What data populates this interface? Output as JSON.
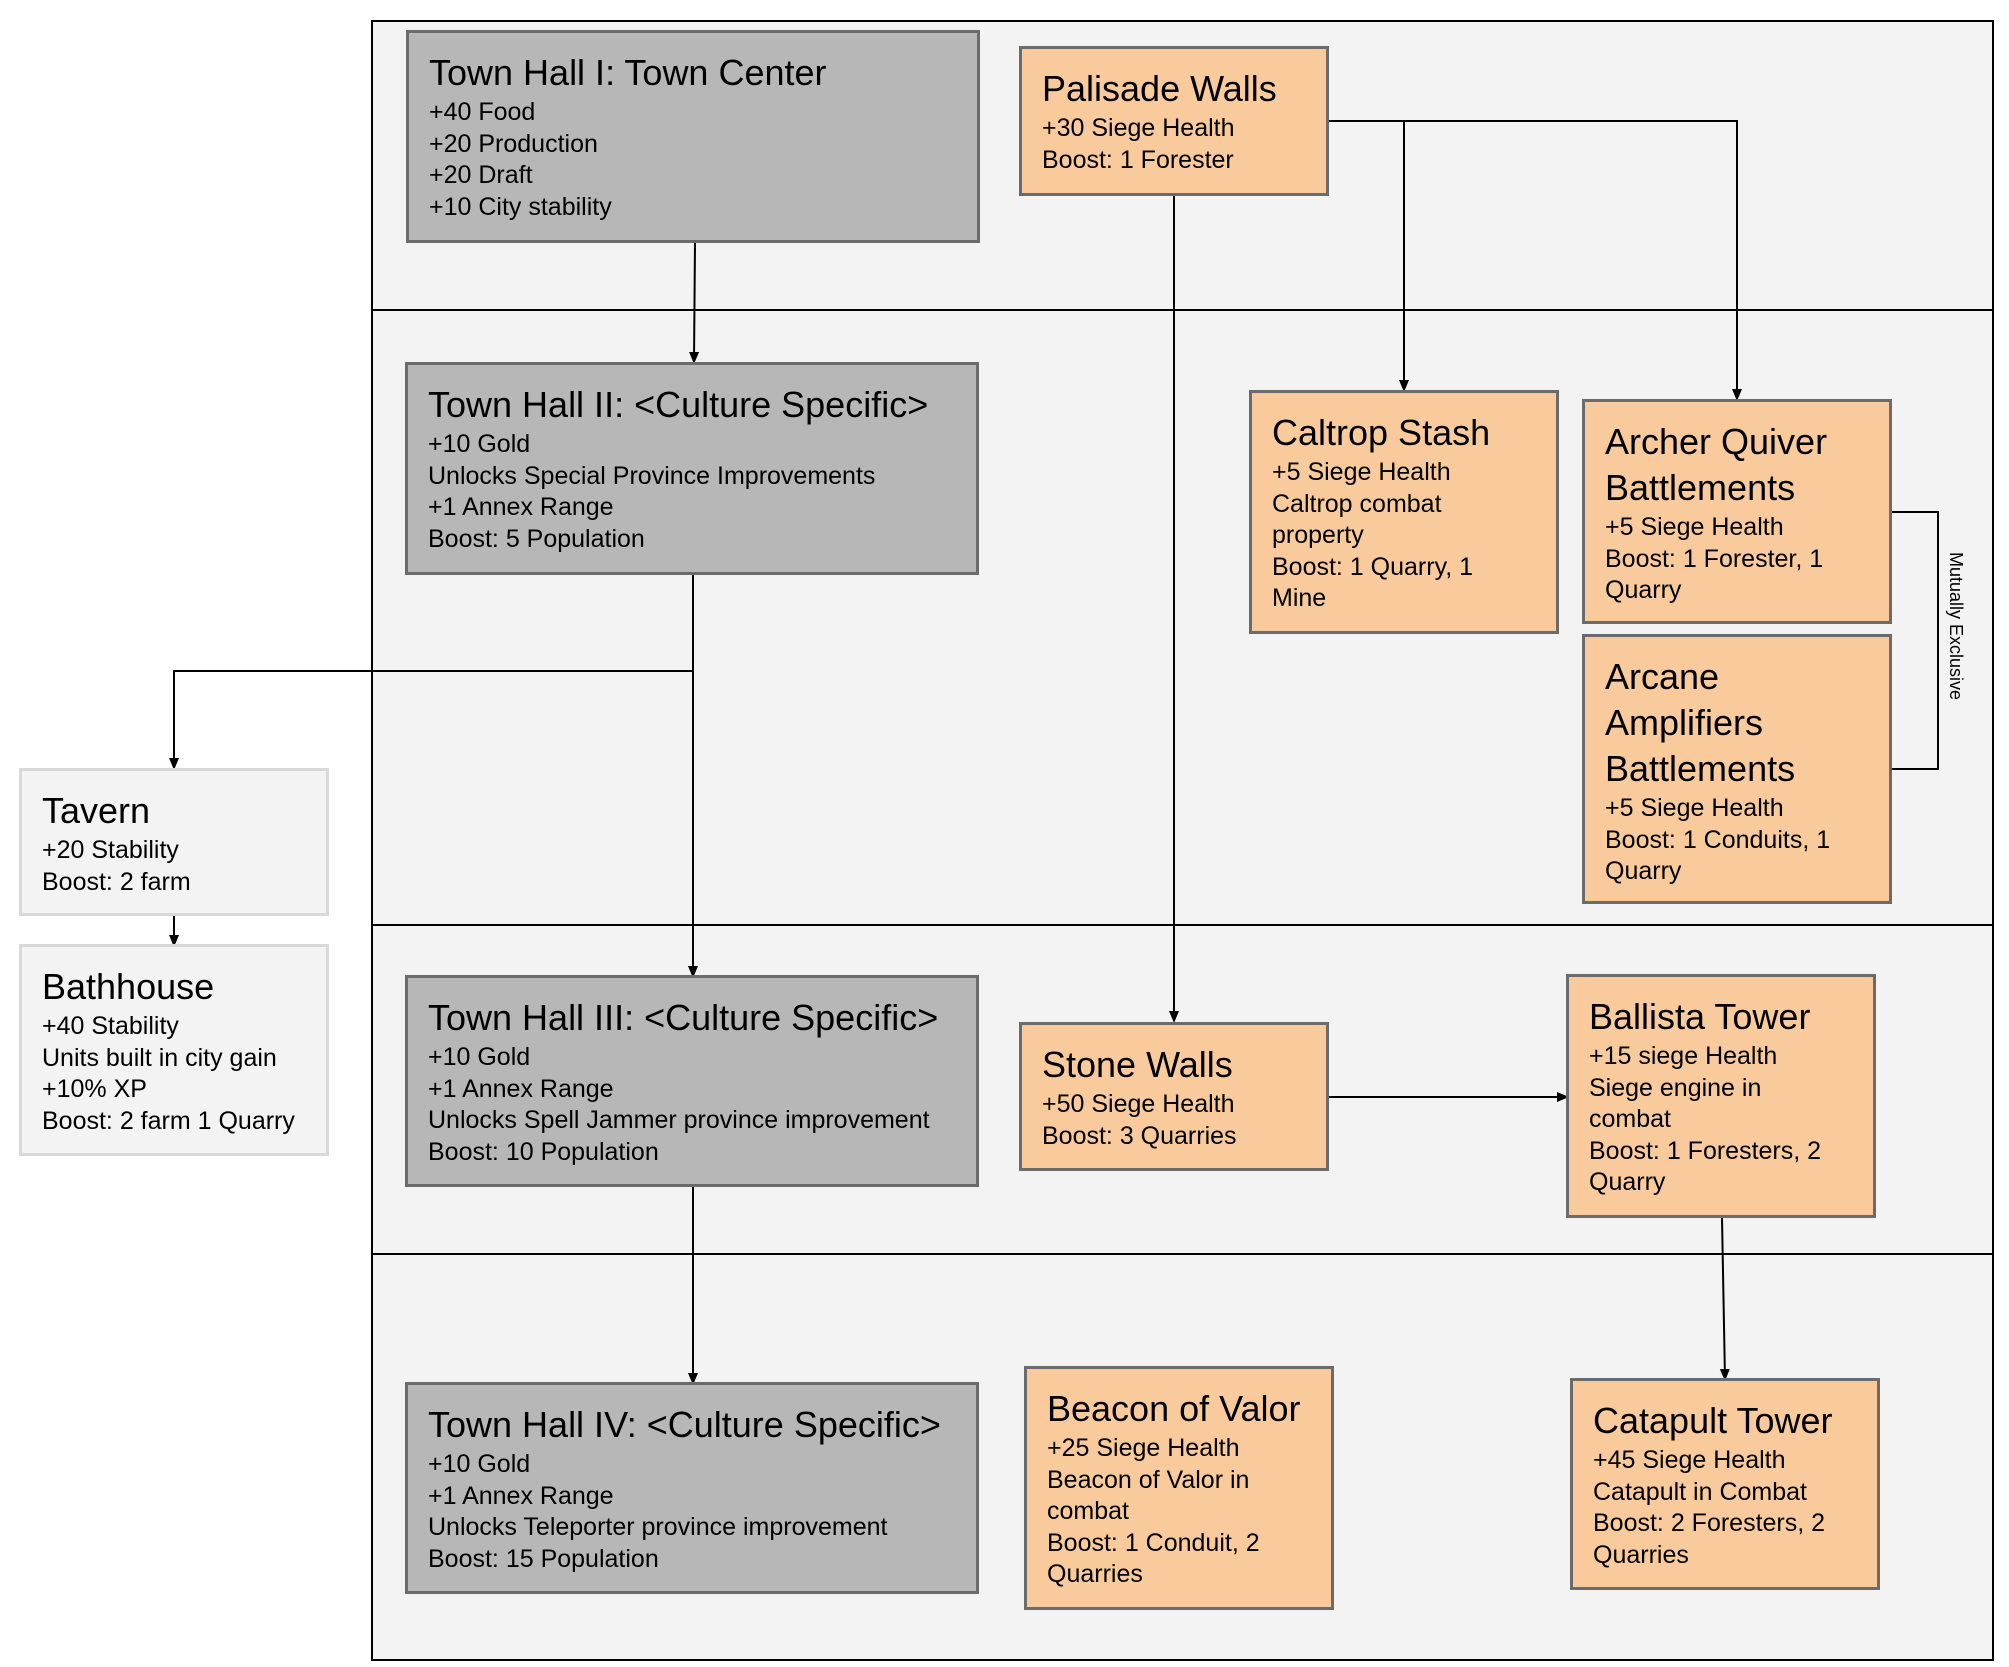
{
  "colors": {
    "town_hall": "#b7b7b7",
    "defense": "#f9cb9c",
    "civic": "#f3f3f3",
    "tier_background": "#f3f3f3",
    "line": "#000000"
  },
  "tiers": [
    "tier-1",
    "tier-2",
    "tier-3",
    "tier-4"
  ],
  "nodes": {
    "th1": {
      "title": "Town Hall I: Town Center",
      "lines": [
        "+40 Food",
        "+20 Production",
        "+20 Draft",
        "+10 City stability"
      ]
    },
    "palisade": {
      "title": "Palisade Walls",
      "lines": [
        "+30 Siege Health",
        "Boost: 1 Forester"
      ]
    },
    "th2": {
      "title": "Town Hall II: <Culture Specific>",
      "lines": [
        "+10 Gold",
        "Unlocks Special Province Improvements",
        "+1 Annex Range",
        "Boost: 5 Population"
      ]
    },
    "caltrop": {
      "title": "Caltrop Stash",
      "lines": [
        "+5 Siege Health",
        "Caltrop combat",
        "property",
        "Boost: 1 Quarry, 1",
        "Mine"
      ]
    },
    "archer": {
      "title_lines": [
        "Archer Quiver",
        "Battlements"
      ],
      "lines": [
        "+5 Siege Health",
        "Boost: 1 Forester, 1",
        "Quarry"
      ]
    },
    "arcane": {
      "title_lines": [
        "Arcane",
        "Amplifiers",
        "Battlements"
      ],
      "lines": [
        "+5 Siege Health",
        "Boost: 1 Conduits, 1",
        "Quarry"
      ]
    },
    "tavern": {
      "title": "Tavern",
      "lines": [
        "+20 Stability",
        "Boost: 2 farm"
      ]
    },
    "bathhouse": {
      "title": "Bathhouse",
      "lines": [
        "+40 Stability",
        "Units built in city gain",
        "+10% XP",
        "Boost: 2 farm 1 Quarry"
      ]
    },
    "th3": {
      "title": "Town Hall III: <Culture Specific>",
      "lines": [
        "+10 Gold",
        "+1 Annex Range",
        "Unlocks Spell Jammer province improvement",
        "Boost: 10 Population"
      ]
    },
    "stone": {
      "title": "Stone Walls",
      "lines": [
        "+50 Siege Health",
        "Boost: 3 Quarries"
      ]
    },
    "ballista": {
      "title": "Ballista Tower",
      "lines": [
        "+15 siege Health",
        "Siege engine in",
        "combat",
        "Boost: 1 Foresters, 2",
        "Quarry"
      ]
    },
    "th4": {
      "title": "Town Hall IV: <Culture Specific>",
      "lines": [
        "+10 Gold",
        "+1 Annex Range",
        "Unlocks Teleporter province improvement",
        "Boost: 15 Population"
      ]
    },
    "beacon": {
      "title": "Beacon of Valor",
      "lines": [
        "+25 Siege Health",
        "Beacon of Valor in",
        "combat",
        "Boost: 1 Conduit, 2",
        "Quarries"
      ]
    },
    "catapult": {
      "title": "Catapult Tower",
      "lines": [
        "+45 Siege Health",
        "Catapult in Combat",
        "Boost: 2 Foresters, 2",
        "Quarries"
      ]
    }
  },
  "edges": [
    {
      "from": "th1",
      "to": "th2"
    },
    {
      "from": "th2",
      "to": "th3"
    },
    {
      "from": "th2",
      "to": "tavern"
    },
    {
      "from": "th3",
      "to": "th4"
    },
    {
      "from": "tavern",
      "to": "bathhouse"
    },
    {
      "from": "palisade",
      "to": "caltrop"
    },
    {
      "from": "palisade",
      "to": "archer"
    },
    {
      "from": "palisade",
      "to": "stone"
    },
    {
      "from": "stone",
      "to": "ballista"
    },
    {
      "from": "ballista",
      "to": "catapult"
    }
  ],
  "mutually_exclusive": {
    "label": "Mutually Exclusive",
    "between": [
      "archer",
      "arcane"
    ]
  }
}
